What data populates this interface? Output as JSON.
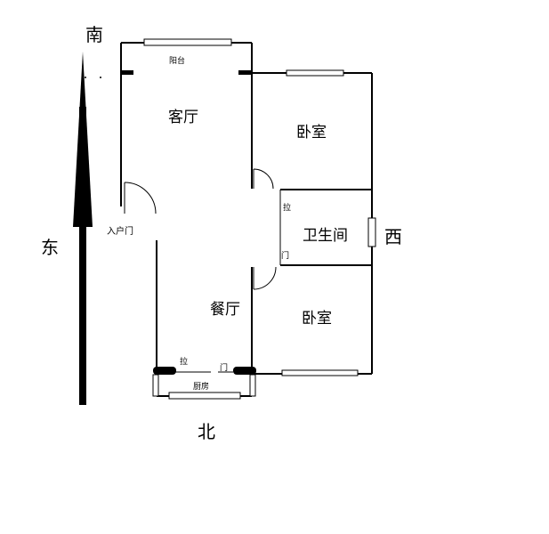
{
  "compass": {
    "south": "南",
    "east": "东",
    "west": "西",
    "north": "北"
  },
  "rooms": {
    "balcony": "阳台",
    "living_room": "客厅",
    "bedroom_top": "卧室",
    "bathroom": "卫生间",
    "dining_room": "餐厅",
    "bedroom_bottom": "卧室",
    "kitchen": "厨房"
  },
  "doors": {
    "entrance": "入户门",
    "bathroom_sliding": "拉",
    "bathroom_door": "门",
    "kitchen_sliding": "拉",
    "kitchen_door": "门"
  }
}
